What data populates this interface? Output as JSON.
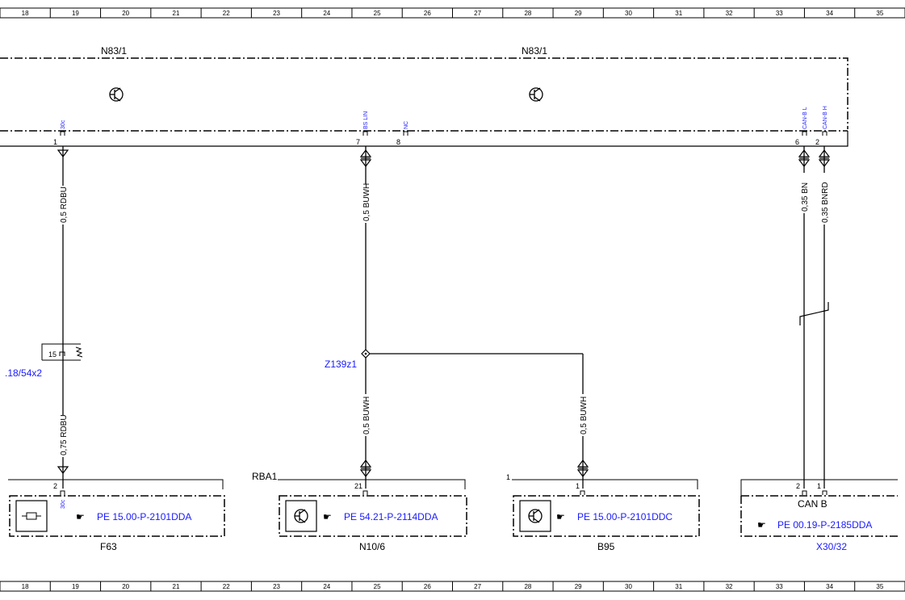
{
  "ruler": {
    "columns": [
      "18",
      "19",
      "20",
      "21",
      "22",
      "23",
      "24",
      "25",
      "26",
      "27",
      "28",
      "29",
      "30",
      "31",
      "32",
      "33",
      "34",
      "35"
    ]
  },
  "components": {
    "n83_left_label": "N83/1",
    "n83_right_label": "N83/1",
    "z139": "Z139z1",
    "connector_left": ".18/54x2",
    "connector_left_pin": "15",
    "rba": "RBA1",
    "f63": "F63",
    "n10": "N10/6",
    "b95": "B95",
    "x30": "X30/32",
    "can_b": "CAN B"
  },
  "pins": {
    "p30c": "30c",
    "p1": "1",
    "bs_lin": "BS LIN",
    "p7": "7",
    "nc": "NC",
    "p8": "8",
    "can_bl": "CAN-B L",
    "p6": "6",
    "can_bh": "CAN-B H",
    "p2": "2",
    "f63_pin": "2",
    "f63_30c": "30c",
    "n10_pin": "21",
    "b95_pin": "1",
    "b95_corner": "1",
    "x30_pin2": "2",
    "x30_pin1": "1"
  },
  "wires": {
    "w1": "0,5 RDBU",
    "w2": "0,75 RDBU",
    "w3": "0,5 BUWH",
    "w4": "0,5 BUWH",
    "w5": "0,5 BUWH",
    "w6": "0,35 BN",
    "w7": "0,35 BNRD"
  },
  "references": {
    "f63": "PE 15.00-P-2101DDA",
    "n10": "PE 54.21-P-2114DDA",
    "b95": "PE 15.00-P-2101DDC",
    "x30": "PE 00.19-P-2185DDA"
  }
}
